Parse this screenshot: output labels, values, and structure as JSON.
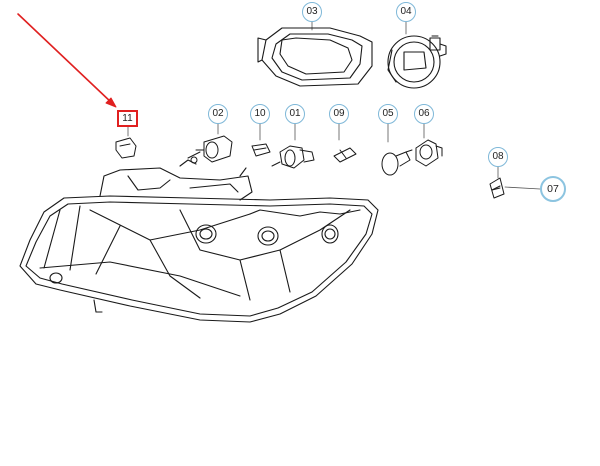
{
  "callouts": {
    "c01": "01",
    "c02": "02",
    "c03": "03",
    "c04": "04",
    "c05": "05",
    "c06": "06",
    "c07": "07",
    "c08": "08",
    "c09": "09",
    "c10": "10",
    "c11": "11"
  },
  "colors": {
    "callout_ring": "#7fb8d8",
    "highlight_box": "#e02020",
    "pointer_arrow": "#e02020",
    "line_art": "#1a1a1a"
  }
}
